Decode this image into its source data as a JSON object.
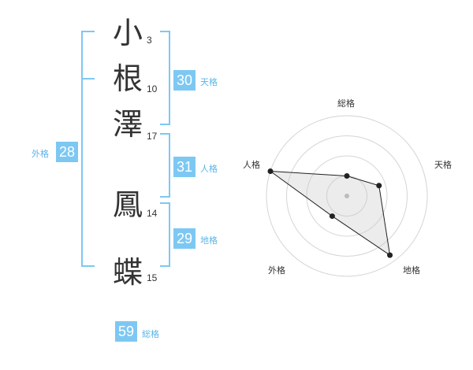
{
  "name": {
    "chars": [
      {
        "char": "小",
        "strokes": "3"
      },
      {
        "char": "根",
        "strokes": "10"
      },
      {
        "char": "澤",
        "strokes": "17"
      },
      {
        "char": "鳳",
        "strokes": "14"
      },
      {
        "char": "蝶",
        "strokes": "15"
      }
    ]
  },
  "fortunes": {
    "tenkaku": {
      "value": "30",
      "label": "天格"
    },
    "jinkaku": {
      "value": "31",
      "label": "人格"
    },
    "chikaku": {
      "value": "29",
      "label": "地格"
    },
    "gaikaku": {
      "value": "28",
      "label": "外格"
    },
    "soukaku": {
      "value": "59",
      "label": "総格"
    }
  },
  "colors": {
    "accent": "#7dc8f3",
    "bracket": "#7dc8f3",
    "text": "#333333"
  },
  "chart_data": {
    "type": "radar",
    "axes": [
      "総格",
      "天格",
      "地格",
      "外格",
      "人格"
    ],
    "values": [
      0.25,
      0.42,
      0.91,
      0.31,
      1.0
    ],
    "rings": 4,
    "range": [
      0,
      1
    ]
  }
}
